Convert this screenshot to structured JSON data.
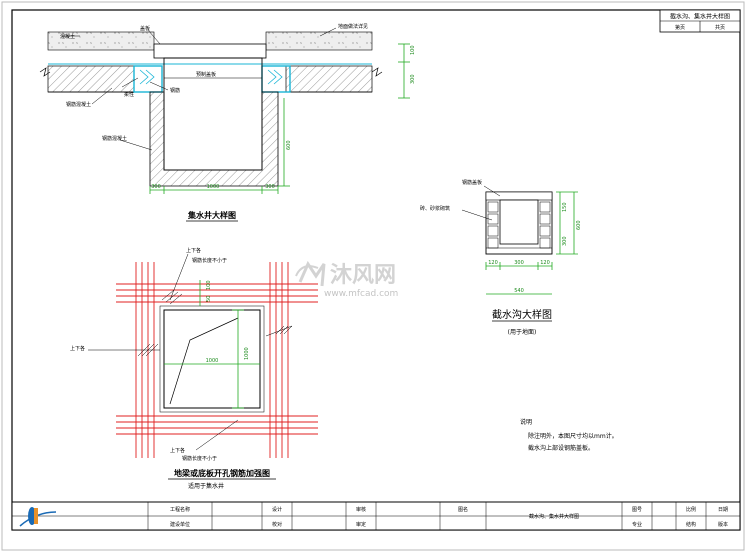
{
  "title_block_corner": {
    "title": "截水沟、集水井大样图",
    "page_label": "第页",
    "total_label": "共页"
  },
  "pit_detail": {
    "label_concrete_top": "混凝土",
    "label_cover": "盖板",
    "label_waterproof_top": "地面做法详见",
    "label_cushion": "钢筋混凝土",
    "label_flexible": "柔性",
    "label_grid": "钢筋",
    "label_wall": "钢筋混凝土",
    "label_pit_inner": "预制盖板",
    "dim_top": "100",
    "dim_mid": "300",
    "dim_depth": "600",
    "dim_left": "300",
    "dim_width": "1000",
    "dim_right": "300",
    "caption": "集水井大样图"
  },
  "rebar_plan": {
    "label_top1": "上下各",
    "label_top2": "钢筋长度不小于",
    "label_left": "上下各",
    "label_bottom1": "上下各",
    "label_bottom2": "钢筋长度不小于",
    "dim_a": "100",
    "dim_b": "50",
    "dim_h": "1000",
    "dim_w": "1000",
    "caption": "地梁或底板开孔钢筋加强图",
    "subcaption": "适用于集水井"
  },
  "trench_detail": {
    "label_top": "钢筋盖板",
    "label_side": "砖、砂浆砌筑",
    "dim_a": "150",
    "dim_b": "300",
    "dim_total": "600",
    "dim_bottom_a": "120",
    "dim_bottom_b": "300",
    "dim_bottom_c": "120",
    "dim_width": "540",
    "caption": "截水沟大样图",
    "subcaption": "(用于地面)"
  },
  "notes": {
    "heading": "说明",
    "line1": "除注明外，本图尺寸均以mm计。",
    "line2": "截水沟上部设钢筋盖板。"
  },
  "watermark": {
    "brand": "沐风网",
    "url": "www.mfcad.com"
  },
  "title_block": {
    "cells": [
      "工程名称",
      "设计",
      "审核",
      "图名",
      "截水沟、集水井大样图",
      "图号",
      "比例",
      "日期",
      "建设单位",
      "校对",
      "审定",
      "专业",
      "结构",
      "版本"
    ]
  }
}
